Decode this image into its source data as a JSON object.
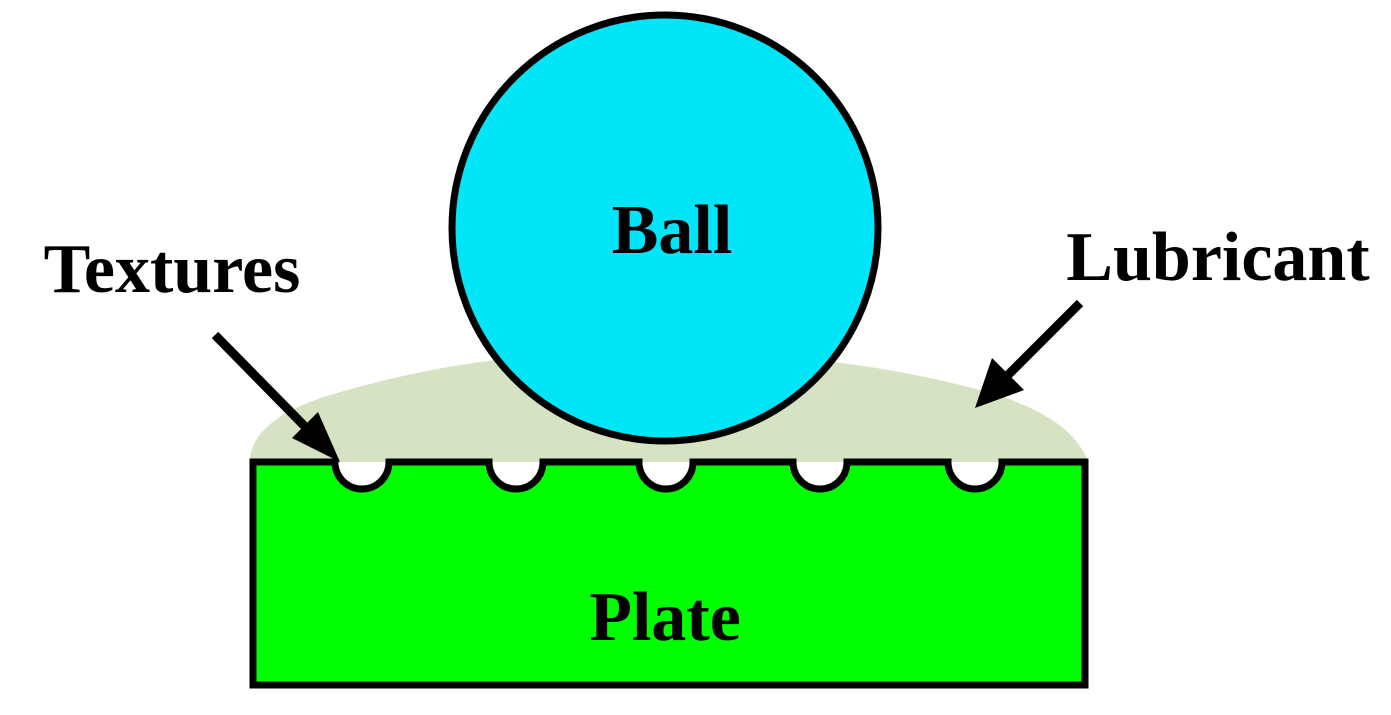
{
  "labels": {
    "ball": "Ball",
    "plate": "Plate",
    "textures": "Textures",
    "lubricant": "Lubricant"
  },
  "colors": {
    "ball": "#00E5F7",
    "plate": "#00FF00",
    "lubricant": "#D5E3C3",
    "outline": "#000000",
    "background": "#FFFFFF"
  },
  "texture_count": 5
}
